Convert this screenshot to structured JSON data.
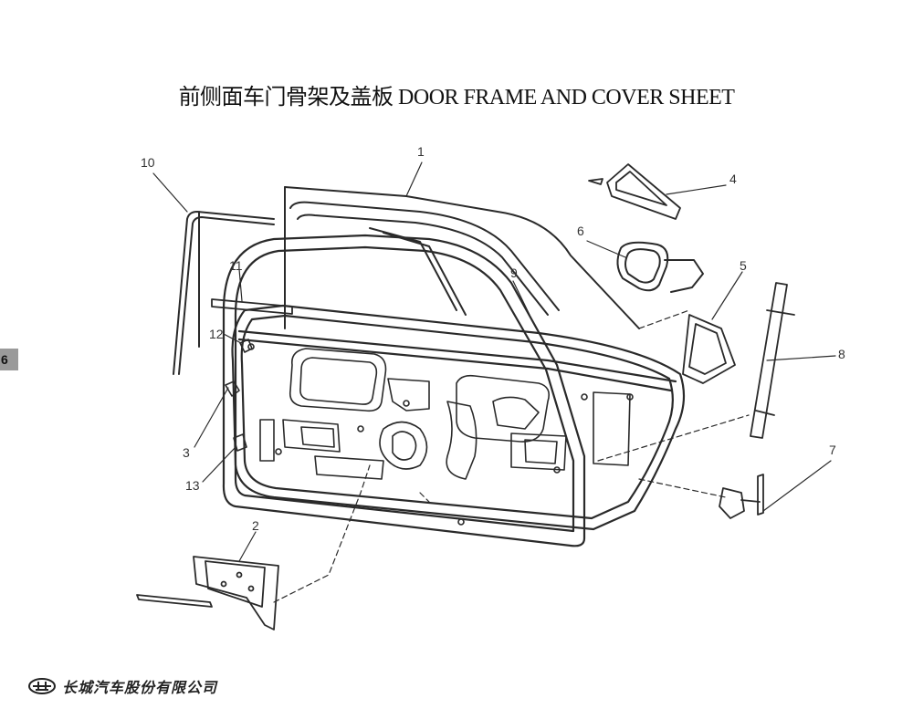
{
  "title": "前侧面车门骨架及盖板  DOOR FRAME AND COVER SHEET",
  "page_tab": "6",
  "callouts": [
    "1",
    "2",
    "3",
    "4",
    "5",
    "6",
    "7",
    "8",
    "9",
    "10",
    "11",
    "12",
    "13"
  ],
  "brand_text": "长城汽车股份有限公司",
  "colors": {
    "line": "#2a2a2a",
    "tab": "#9a9a9a"
  }
}
